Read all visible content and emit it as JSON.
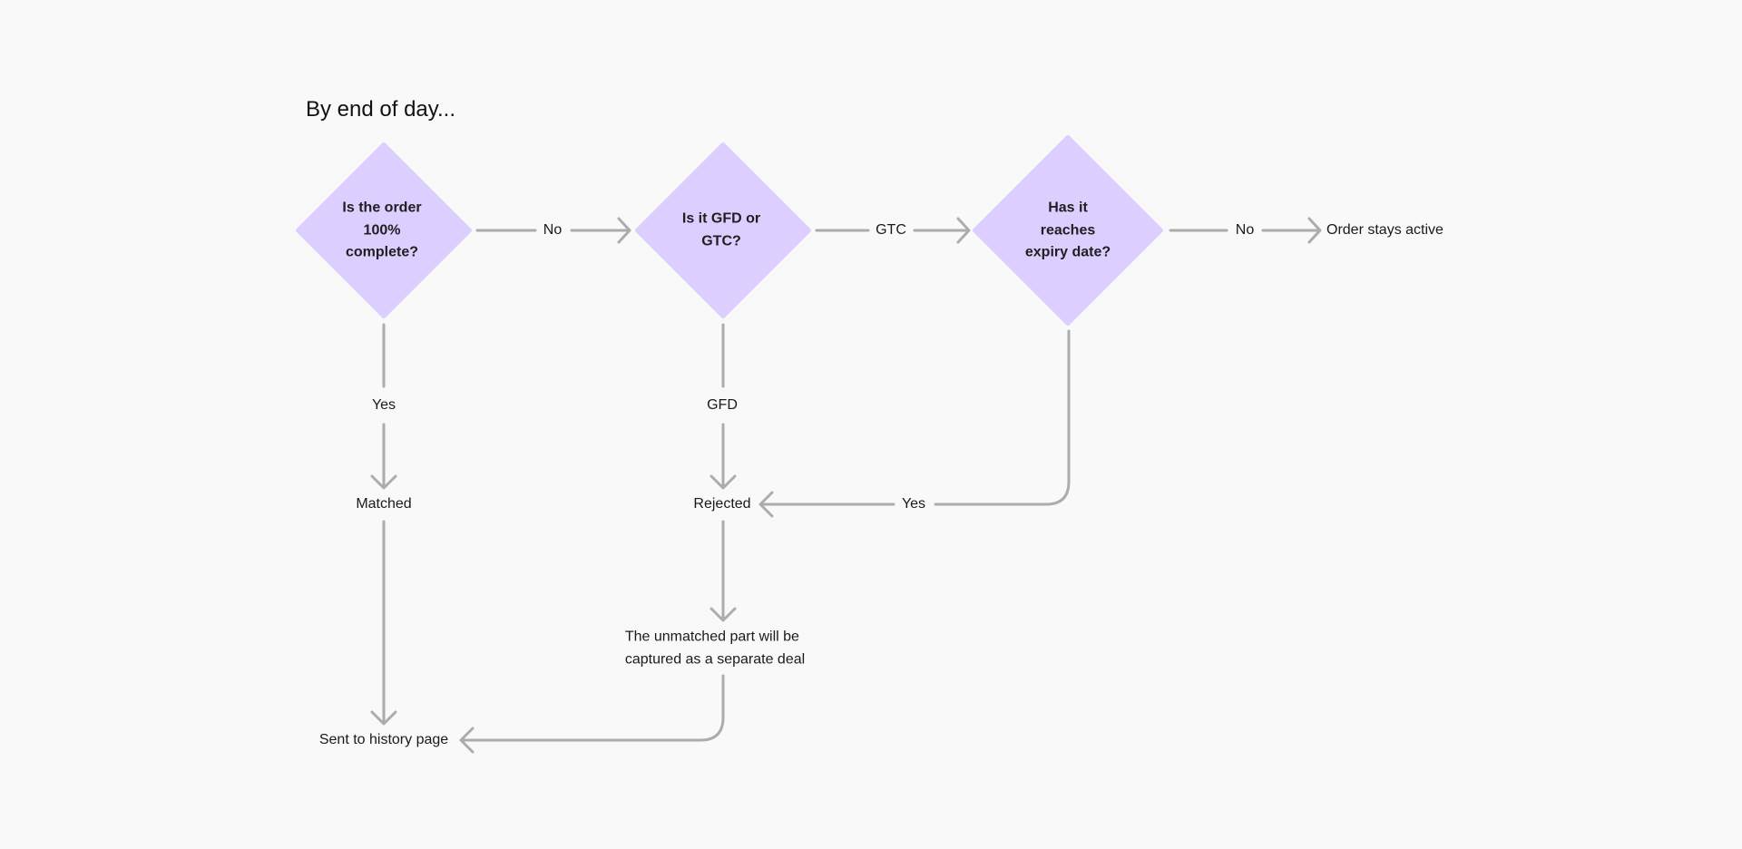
{
  "title": "By end of day...",
  "colors": {
    "background": "#f9f9f9",
    "decision_fill": "#dccfff",
    "connector": "#acacac",
    "text": "#1a1a1a"
  },
  "decisions": {
    "order_complete": {
      "lines": [
        "Is the order",
        "100%",
        "complete?"
      ]
    },
    "gfd_or_gtc": {
      "lines": [
        "Is it GFD or",
        "GTC?"
      ]
    },
    "expiry": {
      "lines": [
        "Has it",
        "reaches",
        "expiry date?"
      ]
    }
  },
  "edge_labels": {
    "no_1": "No",
    "gtc": "GTC",
    "no_2": "No",
    "yes_1": "Yes",
    "gfd": "GFD",
    "yes_2": "Yes"
  },
  "outcomes": {
    "order_stays_active": "Order stays active",
    "matched": "Matched",
    "rejected": "Rejected",
    "unmatched": {
      "lines": [
        "The unmatched part will be",
        "captured as a separate deal"
      ]
    },
    "history": "Sent to history page"
  }
}
